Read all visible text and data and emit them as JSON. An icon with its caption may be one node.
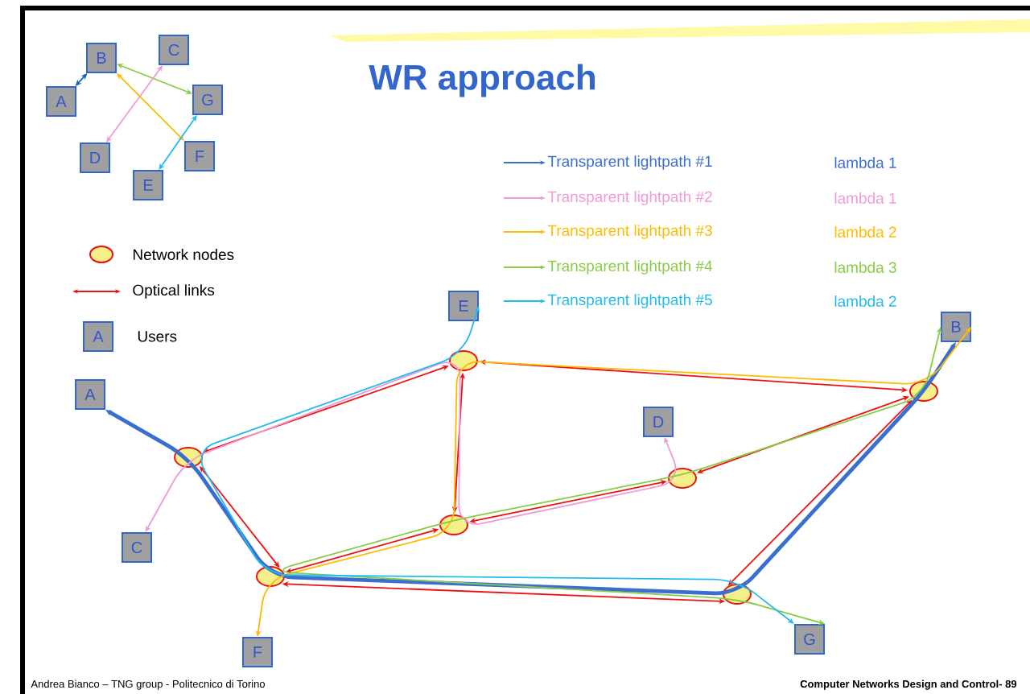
{
  "diagram": {
    "title": "WR approach",
    "nodes": [
      {
        "text": [
          "A"
        ]
      },
      {
        "text": [
          "B"
        ]
      },
      {
        "text": [
          "C"
        ]
      },
      {
        "text": [
          "D"
        ]
      },
      {
        "text": [
          "E"
        ]
      },
      {
        "text": [
          "F"
        ]
      },
      {
        "text": [
          "G"
        ]
      },
      {
        "text": [
          "A"
        ]
      },
      {
        "text": [
          "B"
        ]
      },
      {
        "text": [
          "C"
        ]
      },
      {
        "text": [
          "D"
        ]
      },
      {
        "text": [
          "E"
        ]
      },
      {
        "text": [
          "F"
        ]
      },
      {
        "text": [
          "G"
        ]
      },
      {
        "text": [],
        "shape": "circle"
      },
      {
        "text": [],
        "shape": "circle"
      },
      {
        "text": [],
        "shape": "circle"
      },
      {
        "text": [],
        "shape": "circle"
      },
      {
        "text": [],
        "shape": "circle"
      },
      {
        "text": [],
        "shape": "circle"
      },
      {
        "text": [],
        "shape": "circle"
      }
    ],
    "edges": [
      {
        "from": 0,
        "to": 1,
        "arrow": "both",
        "color": "#1166bb"
      },
      {
        "from": 1,
        "to": 6,
        "arrow": "both",
        "color": "#88cc44"
      },
      {
        "from": 2,
        "to": 3,
        "arrow": "both",
        "color": "#f09ad8"
      },
      {
        "from": 1,
        "to": 5,
        "arrow": "both",
        "color": "#ffbb00"
      },
      {
        "from": 6,
        "to": 4,
        "arrow": "both",
        "color": "#22bbee"
      },
      {
        "from": 14,
        "to": 15,
        "arrow": "both"
      },
      {
        "from": 14,
        "to": 19,
        "arrow": "both"
      },
      {
        "from": 15,
        "to": 16,
        "arrow": "both"
      },
      {
        "from": 15,
        "to": 18,
        "arrow": "both"
      },
      {
        "from": 19,
        "to": 16,
        "arrow": "both"
      },
      {
        "from": 16,
        "to": 17,
        "arrow": "both"
      },
      {
        "from": 17,
        "to": 18,
        "arrow": "both"
      },
      {
        "from": 18,
        "to": 20,
        "arrow": "both"
      },
      {
        "from": 19,
        "to": 20,
        "arrow": "both"
      },
      {
        "from": 7,
        "to": 8,
        "arrow": "both",
        "style": "thick",
        "color": "#3a6fd0"
      },
      {
        "from": 9,
        "to": 10,
        "arrow": "both",
        "color": "#f09ad8"
      },
      {
        "from": 12,
        "to": 8,
        "arrow": "both",
        "color": "#ffbb00"
      },
      {
        "from": 8,
        "to": 13,
        "arrow": "both",
        "color": "#88cc44"
      },
      {
        "from": 11,
        "to": 13,
        "arrow": "both",
        "color": "#22bbee"
      }
    ],
    "labels": [
      "lambda 1",
      "lambda 1",
      "lambda 2",
      "lambda 3",
      "lambda 2",
      "A",
      "Andrea Bianco – TNG group - Politecnico di Torino",
      "Computer Networks Design and Control- 89"
    ],
    "legend": [
      {
        "text": "Transparent lightpath #1"
      },
      {
        "text": "Transparent lightpath #2"
      },
      {
        "text": "Transparent lightpath #3"
      },
      {
        "text": "Transparent lightpath #4"
      },
      {
        "text": "Transparent lightpath #5"
      },
      {
        "text": "Network nodes"
      },
      {
        "text": "Optical links"
      },
      {
        "text": "Users"
      }
    ]
  }
}
